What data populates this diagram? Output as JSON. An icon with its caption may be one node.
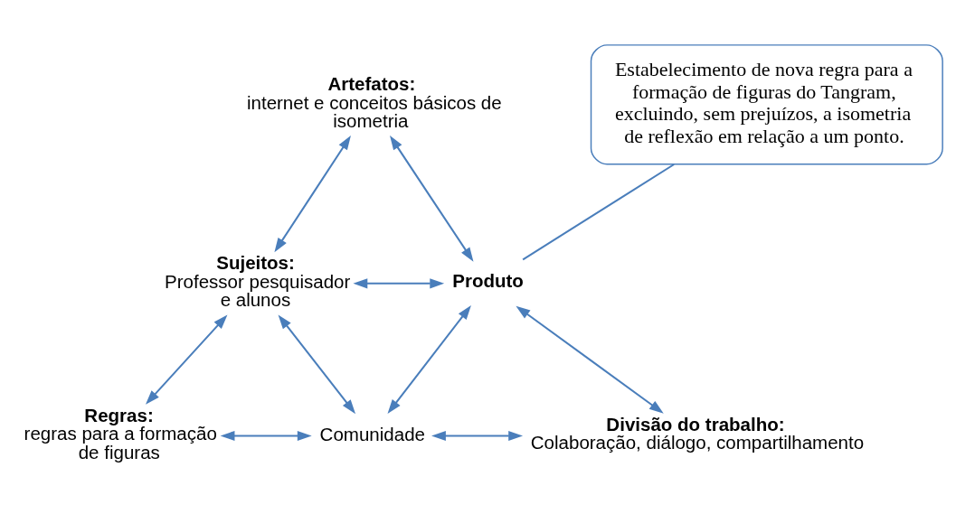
{
  "diagram": {
    "nodes": [
      {
        "text": [
          "Artefatos:",
          "internet e conceitos básicos de isometria"
        ]
      },
      {
        "text": [
          "Sujeitos:",
          "Professor pesquisador e alunos"
        ]
      },
      {
        "text": [
          "Produto"
        ]
      },
      {
        "text": [
          "Regras:",
          "regras para a formação de figuras"
        ]
      },
      {
        "text": [
          "Comunidade"
        ]
      },
      {
        "text": [
          "Divisão do trabalho:",
          "Colaboração, diálogo, compartilhamento"
        ]
      },
      {
        "text": [
          "Estabelecimento de nova regra para a formação de figuras do Tangram, excluindo, sem prejuízos, a isometria de reflexão em relação a um ponto."
        ]
      }
    ],
    "edges": [
      {
        "from": 0,
        "to": 1,
        "arrow": "both"
      },
      {
        "from": 0,
        "to": 2,
        "arrow": "both"
      },
      {
        "from": 1,
        "to": 2,
        "arrow": "both"
      },
      {
        "from": 1,
        "to": 3,
        "arrow": "both"
      },
      {
        "from": 1,
        "to": 4,
        "arrow": "both"
      },
      {
        "from": 2,
        "to": 4,
        "arrow": "both"
      },
      {
        "from": 2,
        "to": 5,
        "arrow": "both"
      },
      {
        "from": 3,
        "to": 4,
        "arrow": "both"
      },
      {
        "from": 4,
        "to": 5,
        "arrow": "both"
      },
      {
        "from": 6,
        "to": 2,
        "arrow": "none"
      }
    ]
  }
}
